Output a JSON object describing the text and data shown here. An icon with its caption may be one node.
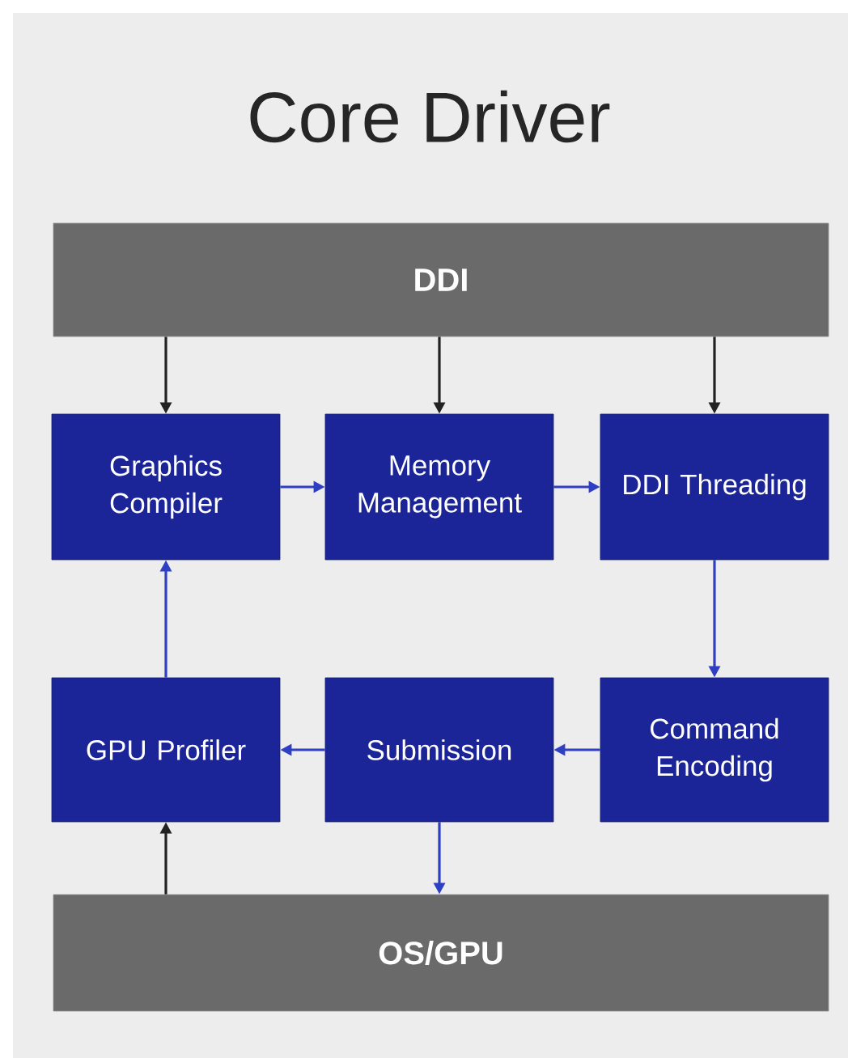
{
  "diagram": {
    "title": "Core Driver",
    "nodes": [
      {
        "text": [
          "DDI"
        ]
      },
      {
        "text": [
          "Graphics Compiler"
        ]
      },
      {
        "text": [
          "Memory Management"
        ]
      },
      {
        "text": [
          "DDI Threading"
        ]
      },
      {
        "text": [
          "GPU Profiler"
        ]
      },
      {
        "text": [
          "Submission"
        ]
      },
      {
        "text": [
          "Command Encoding"
        ]
      },
      {
        "text": [
          "OS/GPU"
        ]
      }
    ],
    "edges": [
      {
        "from": 0,
        "to": 1,
        "arrow": "to",
        "color": "#222222"
      },
      {
        "from": 0,
        "to": 2,
        "arrow": "to",
        "color": "#222222"
      },
      {
        "from": 0,
        "to": 3,
        "arrow": "to",
        "color": "#222222"
      },
      {
        "from": 1,
        "to": 2,
        "arrow": "to"
      },
      {
        "from": 2,
        "to": 3,
        "arrow": "to"
      },
      {
        "from": 3,
        "to": 6,
        "arrow": "to"
      },
      {
        "from": 6,
        "to": 5,
        "arrow": "to"
      },
      {
        "from": 5,
        "to": 4,
        "arrow": "to"
      },
      {
        "from": 4,
        "to": 1,
        "arrow": "to"
      },
      {
        "from": 5,
        "to": 7,
        "arrow": "to"
      },
      {
        "from": 7,
        "to": 4,
        "arrow": "to",
        "color": "#222222"
      }
    ]
  }
}
